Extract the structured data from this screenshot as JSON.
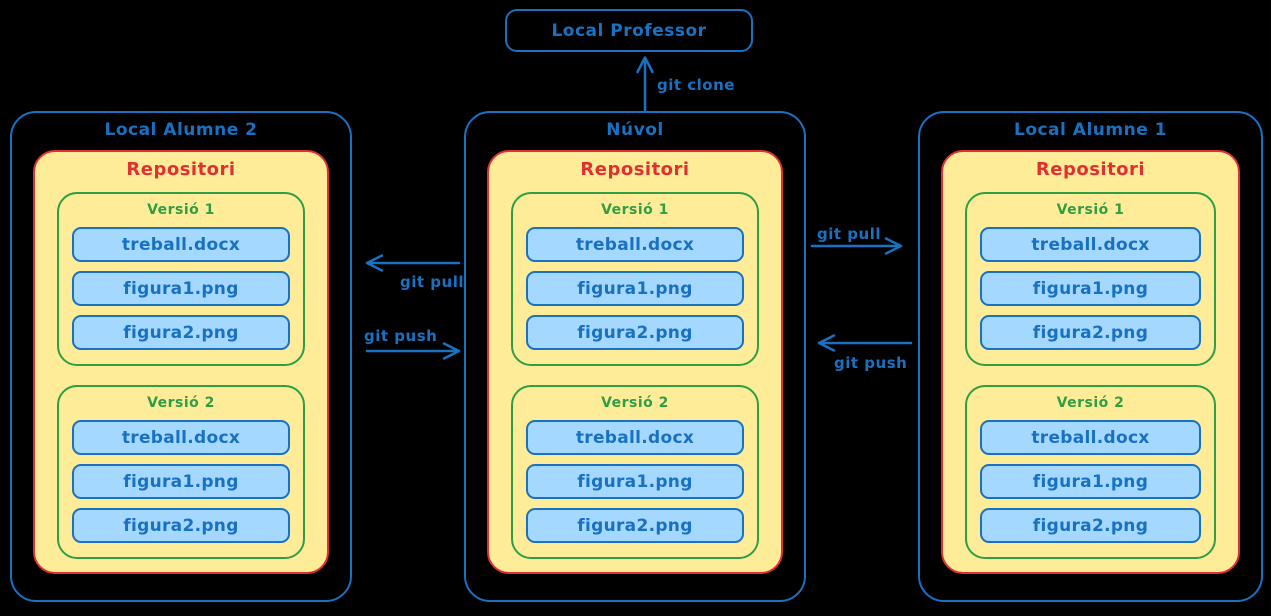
{
  "colors": {
    "stroke_blue": "#1971c2",
    "fill_light_blue": "#a5d8ff",
    "stroke_red": "#e03131",
    "fill_yellow": "#ffec99",
    "stroke_green": "#2f9e44",
    "background": "#000000"
  },
  "professor_box": {
    "label": "Local Professor"
  },
  "arrows": {
    "clone": {
      "label": "git clone"
    },
    "left_pull": {
      "label": "git pull"
    },
    "left_push": {
      "label": "git push"
    },
    "right_pull": {
      "label": "git pull"
    },
    "right_push": {
      "label": "git push"
    }
  },
  "machines": [
    {
      "title": "Local Alumne 2",
      "repo_label": "Repositori",
      "versions": [
        {
          "title": "Versió 1",
          "files": [
            "treball.docx",
            "figura1.png",
            "figura2.png"
          ]
        },
        {
          "title": "Versió 2",
          "files": [
            "treball.docx",
            "figura1.png",
            "figura2.png"
          ]
        }
      ]
    },
    {
      "title": "Núvol",
      "repo_label": "Repositori",
      "versions": [
        {
          "title": "Versió 1",
          "files": [
            "treball.docx",
            "figura1.png",
            "figura2.png"
          ]
        },
        {
          "title": "Versió 2",
          "files": [
            "treball.docx",
            "figura1.png",
            "figura2.png"
          ]
        }
      ]
    },
    {
      "title": "Local Alumne 1",
      "repo_label": "Repositori",
      "versions": [
        {
          "title": "Versió 1",
          "files": [
            "treball.docx",
            "figura1.png",
            "figura2.png"
          ]
        },
        {
          "title": "Versió 2",
          "files": [
            "treball.docx",
            "figura1.png",
            "figura2.png"
          ]
        }
      ]
    }
  ]
}
